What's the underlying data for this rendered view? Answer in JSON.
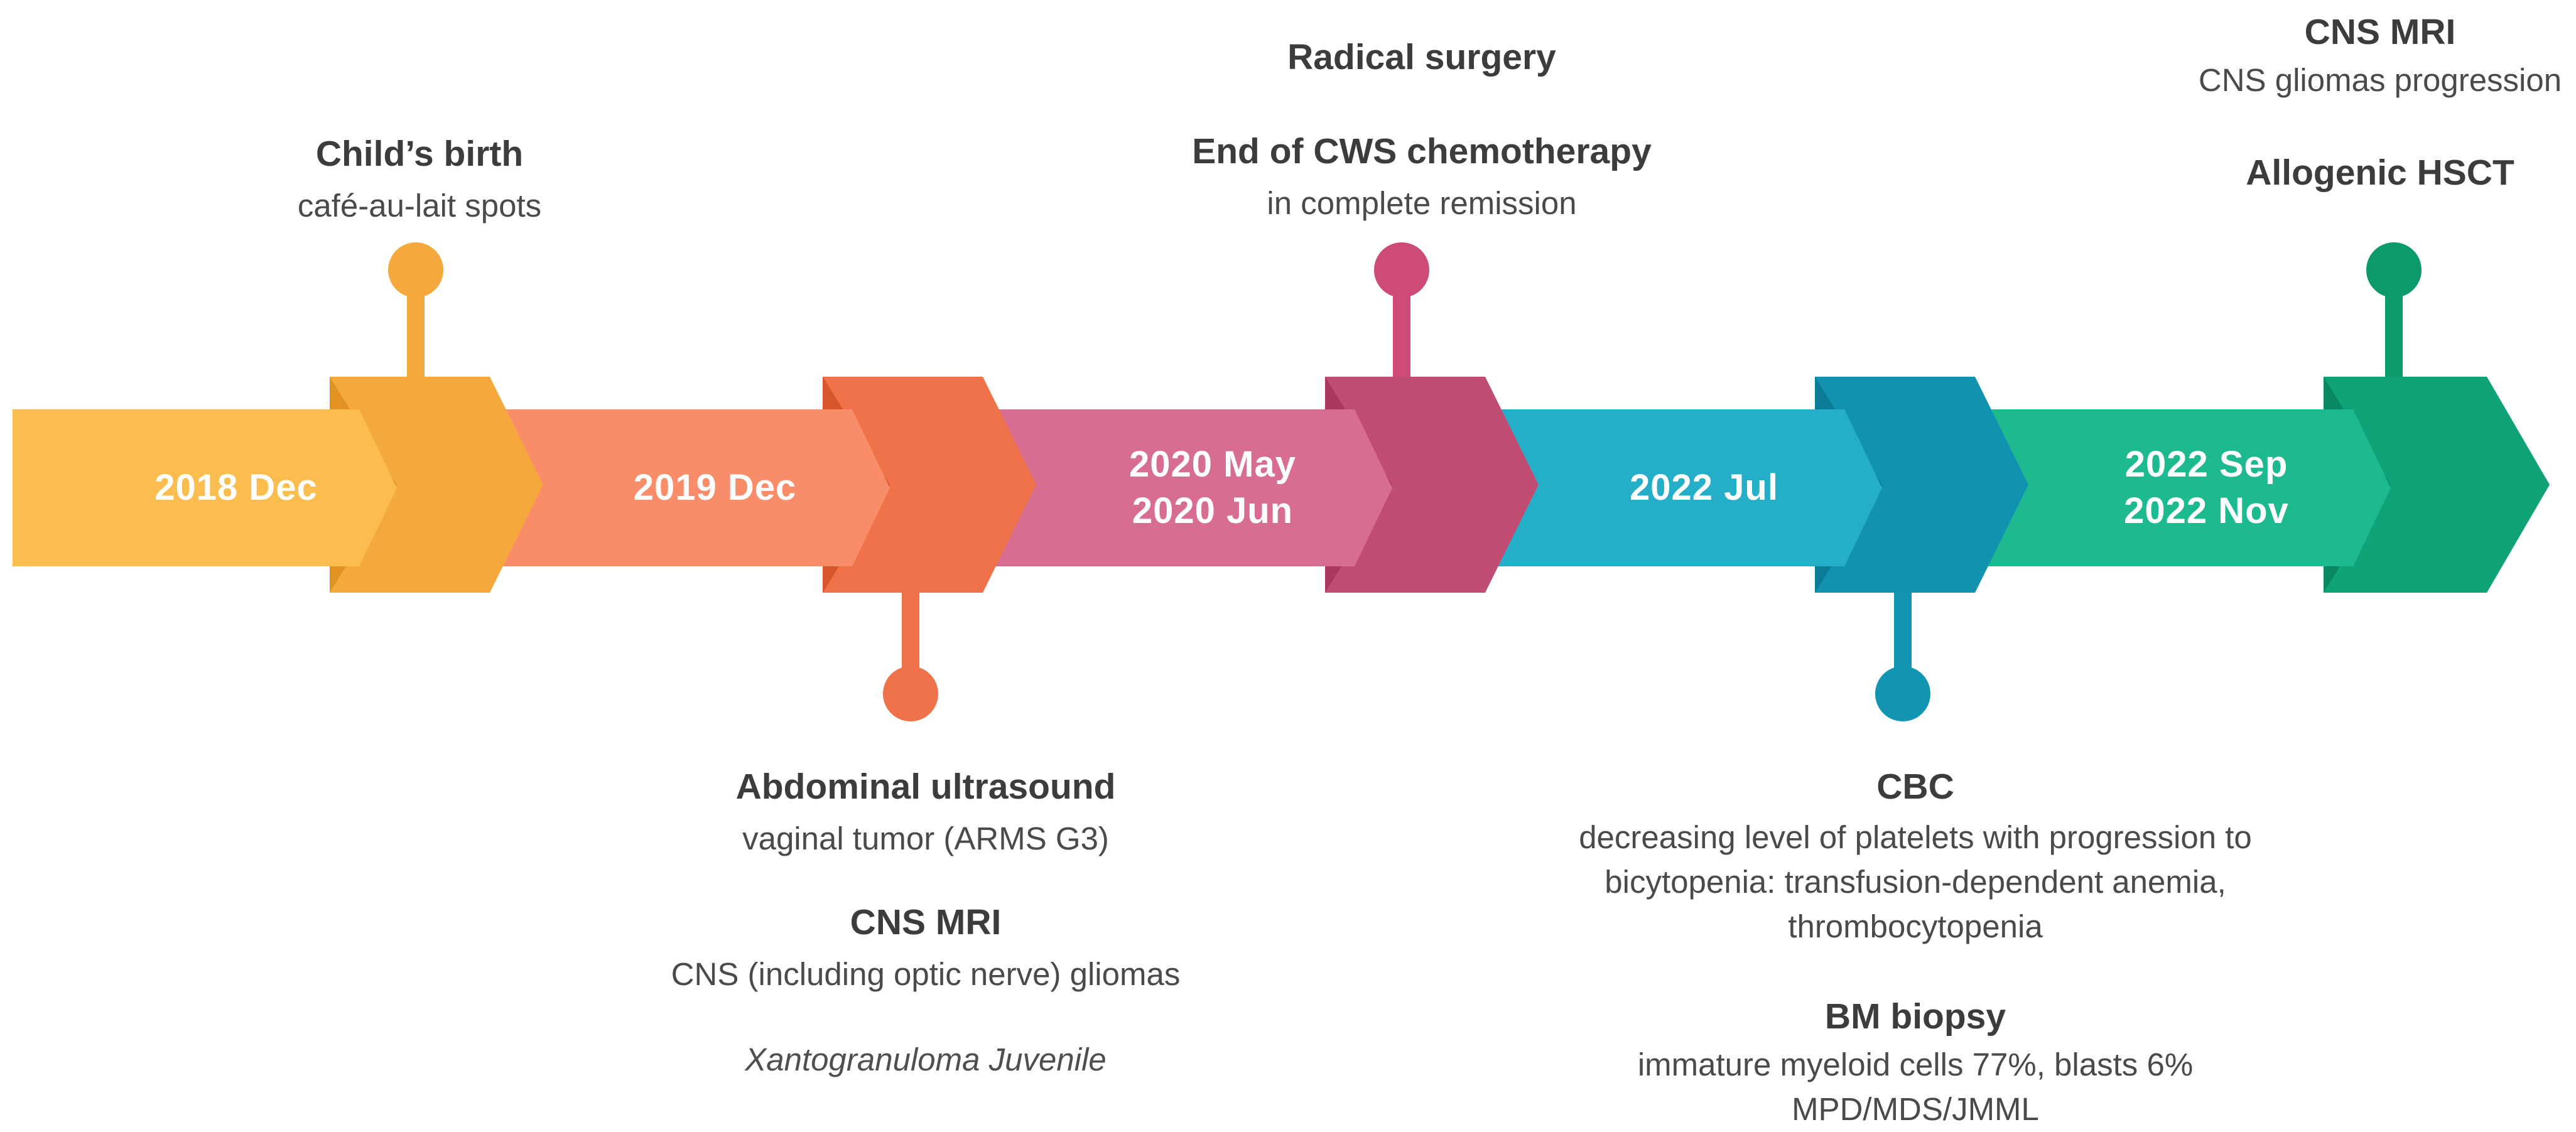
{
  "canvas": {
    "background": "#ffffff"
  },
  "segments": [
    {
      "label": "2018 Dec",
      "band_color": "#FBBE4E",
      "chevron_color": "#F5A93C",
      "fold_color": "#E29222",
      "marker_color": "#F5A93C",
      "marker_position": "top"
    },
    {
      "label": "2019 Dec",
      "band_color": "#FA8D69",
      "chevron_color": "#F0724A",
      "fold_color": "#D5562B",
      "marker_color": "#F0724A",
      "marker_position": "bottom"
    },
    {
      "label": "2020 May\n2020 Jun",
      "band_color": "#D76E92",
      "chevron_color": "#C14E72",
      "fold_color": "#A93A5E",
      "marker_color": "#CE4B77",
      "marker_position": "top"
    },
    {
      "label": "2022 Jul",
      "band_color": "#25AEC8",
      "chevron_color": "#1193B0",
      "fold_color": "#0B7C96",
      "marker_color": "#1295B2",
      "marker_position": "bottom"
    },
    {
      "label": "2022 Sep\n2022 Nov",
      "band_color": "#1DBA90",
      "chevron_color": "#10A377",
      "fold_color": "#0A8763",
      "marker_color": "#0C9B68",
      "marker_position": "top"
    }
  ],
  "annotations": {
    "child_birth": {
      "title": "Child’s birth",
      "subtitle": "café-au-lait spots"
    },
    "radical_surgery": {
      "title": "Radical surgery"
    },
    "end_cws": {
      "title": "End of CWS chemotherapy",
      "subtitle": "in complete remission"
    },
    "cns_mri_progression": {
      "title": "CNS MRI",
      "subtitle": "CNS gliomas progression"
    },
    "allogenic_hsct": {
      "title": "Allogenic HSCT"
    },
    "abdominal_ultrasound": {
      "title": "Abdominal ultrasound",
      "subtitle": "vaginal tumor (ARMS G3)"
    },
    "cns_mri_gliomas": {
      "title": "CNS MRI",
      "subtitle": "CNS (including optic nerve) gliomas"
    },
    "xantogranuloma": {
      "text": "Xantogranuloma Juvenile"
    },
    "cbc": {
      "title": "CBC",
      "subtitle": "decreasing level of platelets with progression to bicytopenia: transfusion-dependent anemia, thrombocytopenia"
    },
    "bm_biopsy": {
      "title": "BM biopsy",
      "subtitle": "immature myeloid cells 77%, blasts 6%\nMPD/MDS/JMML"
    }
  },
  "text_colors": {
    "heading": "#3C3C3C",
    "body": "#4A4A4A"
  }
}
